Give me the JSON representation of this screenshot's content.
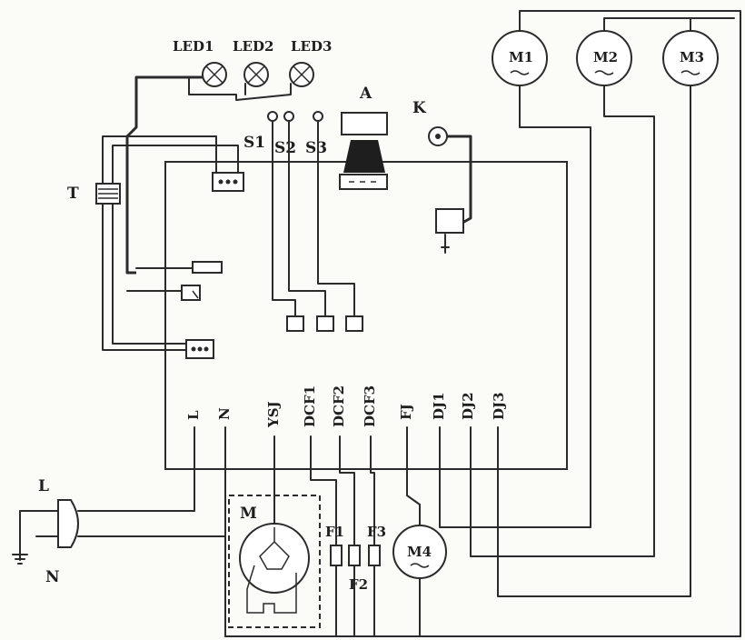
{
  "labels": {
    "led1": "LED1",
    "led2": "LED2",
    "led3": "LED3",
    "a": "A",
    "k": "K",
    "t": "T",
    "s1": "S1",
    "s2": "S2",
    "s3": "S3",
    "m1": "M1",
    "m2": "M2",
    "m3": "M3",
    "m4": "M4",
    "m": "M",
    "f1": "F1",
    "f2": "F2",
    "f3": "F3",
    "plug_l": "L",
    "plug_n": "N"
  },
  "terminals": {
    "l": "L",
    "n": "N",
    "ysj": "YSJ",
    "dcf1": "DCF1",
    "dcf2": "DCF2",
    "dcf3": "DCF3",
    "fj": "FJ",
    "dj1": "DJ1",
    "dj2": "DJ2",
    "dj3": "DJ3"
  }
}
